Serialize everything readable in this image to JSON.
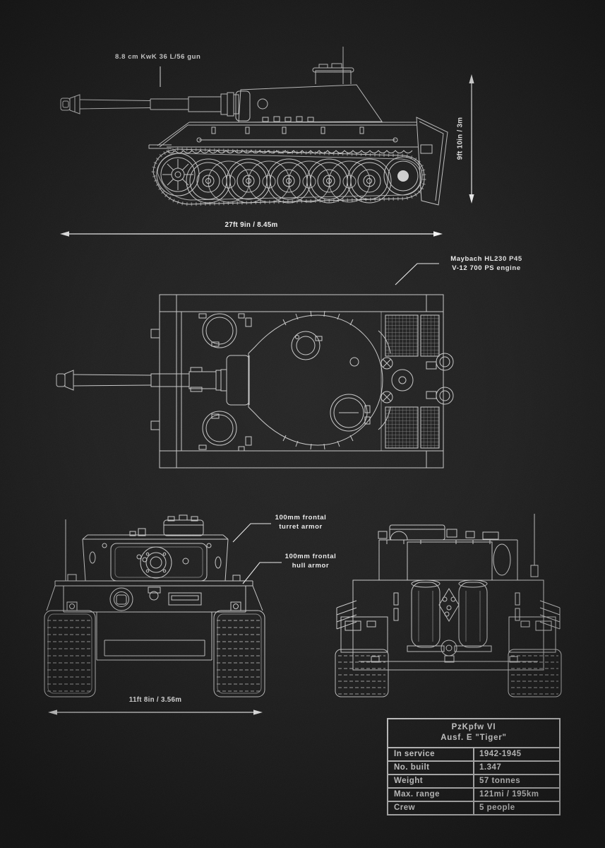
{
  "poster": {
    "annotations": {
      "gun": "8.8 cm KwK 36 L/56 gun",
      "engine_line1": "Maybach HL230 P45",
      "engine_line2": "V-12 700 PS engine",
      "turret_armor_line1": "100mm frontal",
      "turret_armor_line2": "turret armor",
      "hull_armor_line1": "100mm frontal",
      "hull_armor_line2": "hull armor"
    },
    "dimensions": {
      "length": "27ft 9in / 8.45m",
      "height": "9ft 10in / 3m",
      "width": "11ft 8in / 3.56m"
    },
    "spec_table": {
      "title_line1": "PzKpfw VI",
      "title_line2": "Ausf. E \"Tiger\"",
      "rows": [
        {
          "label": "In service",
          "value": "1942-1945"
        },
        {
          "label": "No. built",
          "value": "1.347"
        },
        {
          "label": "Weight",
          "value": "57 tonnes"
        },
        {
          "label": "Max. range",
          "value": "121mi / 195km"
        },
        {
          "label": "Crew",
          "value": "5 people"
        }
      ]
    },
    "colors": {
      "background": "#1c1c1c",
      "drawing_line": "#c6c6c6",
      "text": "#ececec"
    }
  }
}
